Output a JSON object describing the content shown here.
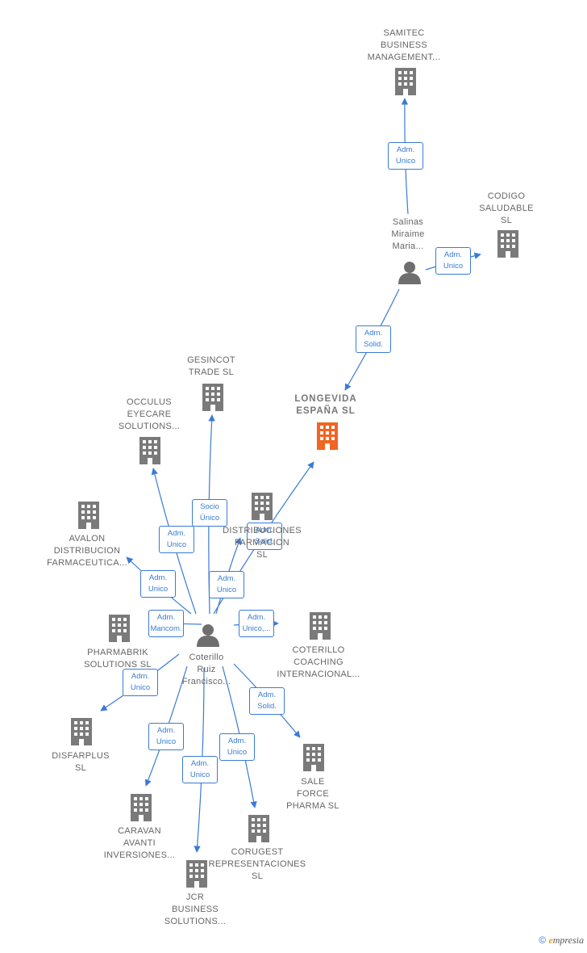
{
  "colors": {
    "edge": "#3a7bd5",
    "building": "#7a7a7a",
    "focus": "#f26522",
    "person": "#6e6e6e"
  },
  "nodes": [
    {
      "id": "samitec",
      "type": "company",
      "label": [
        "SAMITEC",
        "BUSINESS",
        "MANAGEMENT..."
      ]
    },
    {
      "id": "codigo",
      "type": "company",
      "label": [
        "CODIGO",
        "SALUDABLE",
        "SL"
      ]
    },
    {
      "id": "salinas",
      "type": "person",
      "label": [
        "Salinas",
        "Miraime",
        "Maria..."
      ]
    },
    {
      "id": "longevida",
      "type": "company",
      "focus": true,
      "label": [
        "LONGEVIDA",
        "ESPAÑA SL"
      ]
    },
    {
      "id": "gesincot",
      "type": "company",
      "label": [
        "GESINCOT",
        "TRADE SL"
      ]
    },
    {
      "id": "occulus",
      "type": "company",
      "label": [
        "OCCULUS",
        "EYECARE",
        "SOLUTIONS..."
      ]
    },
    {
      "id": "avalon",
      "type": "company",
      "label": [
        "AVALON",
        "DISTRIBUCION",
        "FARMACEUTICA..."
      ]
    },
    {
      "id": "distrib",
      "type": "company",
      "label": [
        "DISTRIBUCIONES",
        "FARMACION",
        "SL"
      ]
    },
    {
      "id": "pharmabrik",
      "type": "company",
      "label": [
        "PHARMABRIK",
        "SOLUTIONS SL"
      ]
    },
    {
      "id": "coterillo_coaching",
      "type": "company",
      "label": [
        "COTERILLO",
        "COACHING",
        "INTERNACIONAL..."
      ]
    },
    {
      "id": "coterillo",
      "type": "person",
      "label": [
        "Coterillo",
        "Ruiz",
        "Francisco..."
      ]
    },
    {
      "id": "disfarplus",
      "type": "company",
      "label": [
        "DISFARPLUS",
        "SL"
      ]
    },
    {
      "id": "sale_force",
      "type": "company",
      "label": [
        "SALE",
        "FORCE",
        "PHARMA SL"
      ]
    },
    {
      "id": "caravan",
      "type": "company",
      "label": [
        "CARAVAN",
        "AVANTI",
        "INVERSIONES..."
      ]
    },
    {
      "id": "corugest",
      "type": "company",
      "label": [
        "CORUGEST",
        "REPRESENTACIONES",
        "SL"
      ]
    },
    {
      "id": "jcr",
      "type": "company",
      "label": [
        "JCR",
        "BUSINESS",
        "SOLUTIONS..."
      ]
    }
  ],
  "edges": [
    {
      "from": "salinas",
      "to": "samitec",
      "label": [
        "Adm.",
        "Unico"
      ]
    },
    {
      "from": "salinas",
      "to": "codigo",
      "label": [
        "Adm.",
        "Unico"
      ]
    },
    {
      "from": "salinas",
      "to": "longevida",
      "label": [
        "Adm.",
        "Solid."
      ]
    },
    {
      "from": "coterillo",
      "to": "gesincot",
      "label": [
        "Socio",
        "Único"
      ]
    },
    {
      "from": "coterillo",
      "to": "occulus",
      "label": [
        "Adm.",
        "Unico"
      ]
    },
    {
      "from": "coterillo",
      "to": "longevida",
      "label": [
        "Adm.",
        "Solid."
      ]
    },
    {
      "from": "coterillo",
      "to": "avalon",
      "label": [
        "Adm.",
        "Unico"
      ]
    },
    {
      "from": "coterillo",
      "to": "distrib",
      "label": [
        "Adm.",
        "Unico"
      ]
    },
    {
      "from": "coterillo",
      "to": "pharmabrik",
      "label": [
        "Adm.",
        "Mancom."
      ]
    },
    {
      "from": "coterillo",
      "to": "coterillo_coaching",
      "label": [
        "Adm.",
        "Unico,..."
      ]
    },
    {
      "from": "coterillo",
      "to": "disfarplus",
      "label": [
        "Adm.",
        "Unico"
      ]
    },
    {
      "from": "coterillo",
      "to": "sale_force",
      "label": [
        "Adm.",
        "Solid."
      ]
    },
    {
      "from": "coterillo",
      "to": "caravan",
      "label": [
        "Adm.",
        "Unico"
      ]
    },
    {
      "from": "coterillo",
      "to": "corugest",
      "label": [
        "Adm.",
        "Unico"
      ]
    },
    {
      "from": "coterillo",
      "to": "jcr",
      "label": [
        "Adm.",
        "Unico"
      ]
    }
  ],
  "footer": {
    "copyright": "©",
    "brand_initial": "e",
    "brand_rest": "mpresia"
  }
}
